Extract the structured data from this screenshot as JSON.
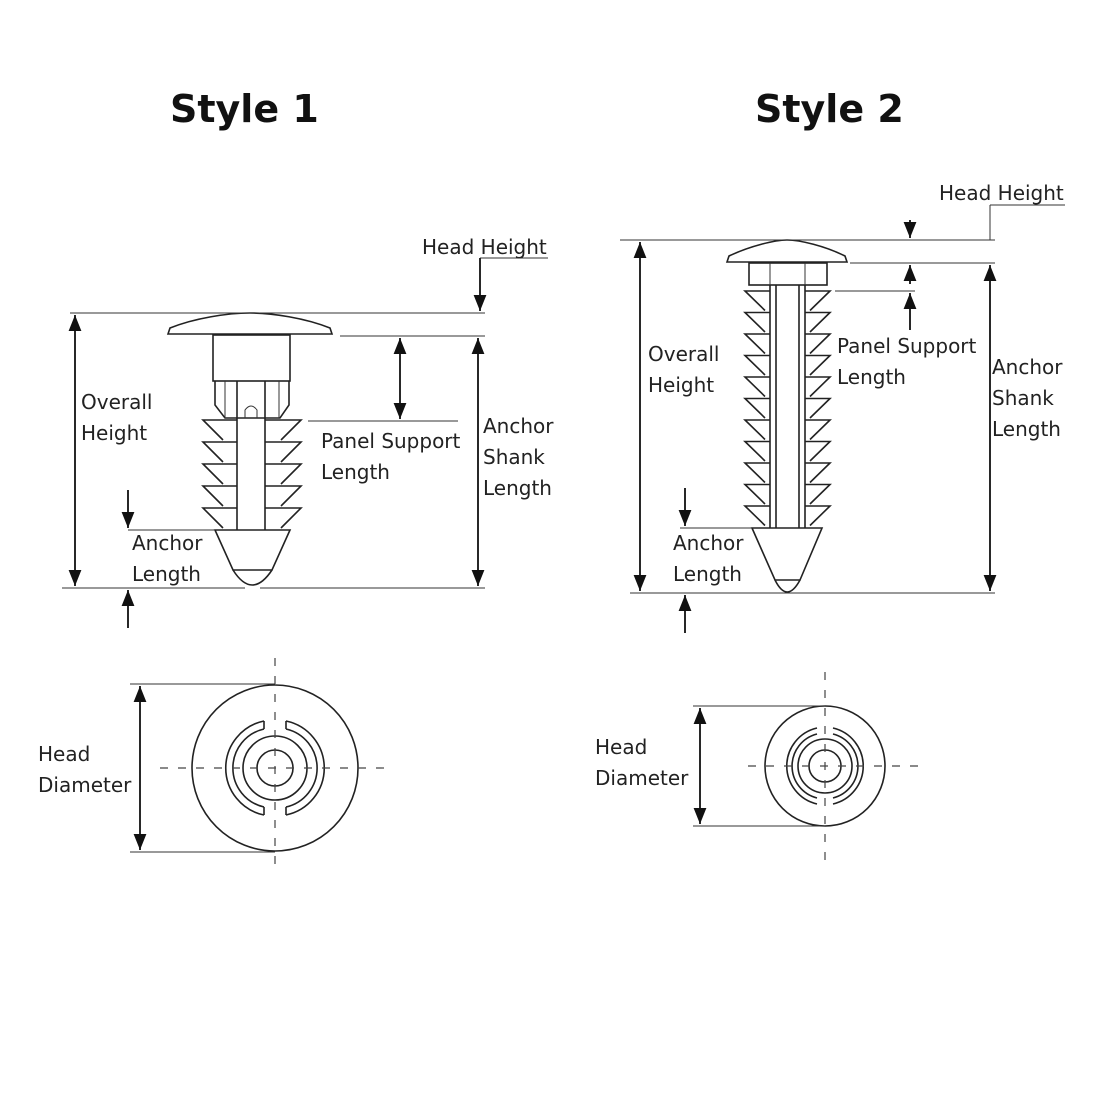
{
  "style1": {
    "title": "Style 1",
    "labels": {
      "head_height": "Head Height",
      "overall_height": [
        "Overall",
        "Height"
      ],
      "panel_support_length": [
        "Panel Support",
        "Length"
      ],
      "anchor_shank_length": [
        "Anchor",
        "Shank",
        "Length"
      ],
      "anchor_length": [
        "Anchor",
        "Length"
      ],
      "head_diameter": [
        "Head",
        "Diameter"
      ]
    }
  },
  "style2": {
    "title": "Style 2",
    "labels": {
      "head_height": "Head Height",
      "overall_height": [
        "Overall",
        "Height"
      ],
      "panel_support_length": [
        "Panel Support",
        "Length"
      ],
      "anchor_shank_length": [
        "Anchor",
        "Shank",
        "Length"
      ],
      "anchor_length": [
        "Anchor",
        "Length"
      ],
      "head_diameter": [
        "Head",
        "Diameter"
      ]
    }
  }
}
